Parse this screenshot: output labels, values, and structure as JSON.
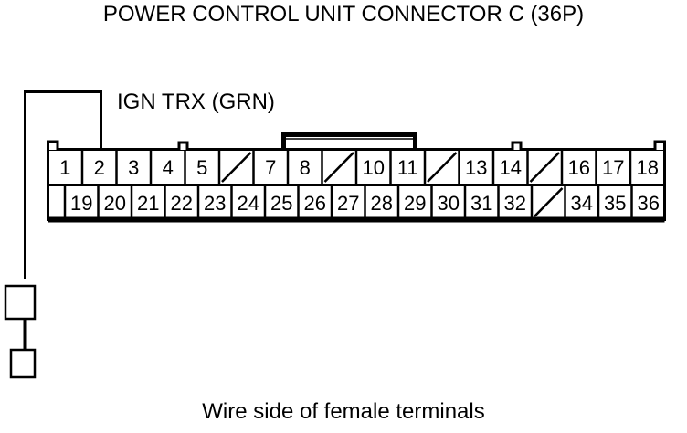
{
  "title": "POWER CONTROL UNIT CONNECTOR C (36P)",
  "caption": "Wire side of female terminals",
  "wire_label": "IGN TRX (GRN)",
  "colors": {
    "line": "#000000",
    "background": "#ffffff"
  },
  "connector": {
    "name": "POWER CONTROL UNIT CONNECTOR C",
    "pin_count_label": "36P",
    "pin_count": 36,
    "rows": [
      {
        "row": "top",
        "cells": [
          {
            "label": "1",
            "blank": false
          },
          {
            "label": "2",
            "blank": false
          },
          {
            "label": "3",
            "blank": false
          },
          {
            "label": "4",
            "blank": false
          },
          {
            "label": "5",
            "blank": false
          },
          {
            "label": "",
            "blank": true
          },
          {
            "label": "7",
            "blank": false
          },
          {
            "label": "8",
            "blank": false
          },
          {
            "label": "",
            "blank": true
          },
          {
            "label": "10",
            "blank": false
          },
          {
            "label": "11",
            "blank": false
          },
          {
            "label": "",
            "blank": true
          },
          {
            "label": "13",
            "blank": false
          },
          {
            "label": "14",
            "blank": false
          },
          {
            "label": "",
            "blank": true
          },
          {
            "label": "16",
            "blank": false
          },
          {
            "label": "17",
            "blank": false
          },
          {
            "label": "18",
            "blank": false
          }
        ]
      },
      {
        "row": "bottom",
        "cells": [
          {
            "label": "19",
            "blank": false
          },
          {
            "label": "20",
            "blank": false
          },
          {
            "label": "21",
            "blank": false
          },
          {
            "label": "22",
            "blank": false
          },
          {
            "label": "23",
            "blank": false
          },
          {
            "label": "24",
            "blank": false
          },
          {
            "label": "25",
            "blank": false
          },
          {
            "label": "26",
            "blank": false
          },
          {
            "label": "27",
            "blank": false
          },
          {
            "label": "28",
            "blank": false
          },
          {
            "label": "29",
            "blank": false
          },
          {
            "label": "30",
            "blank": false
          },
          {
            "label": "31",
            "blank": false
          },
          {
            "label": "32",
            "blank": false
          },
          {
            "label": "",
            "blank": true
          },
          {
            "label": "34",
            "blank": false
          },
          {
            "label": "35",
            "blank": false
          },
          {
            "label": "36",
            "blank": false
          }
        ]
      }
    ]
  },
  "callout": {
    "label": "IGN TRX (GRN)",
    "wire_color": "GRN",
    "signal": "IGN TRX",
    "target_pin": "2"
  }
}
